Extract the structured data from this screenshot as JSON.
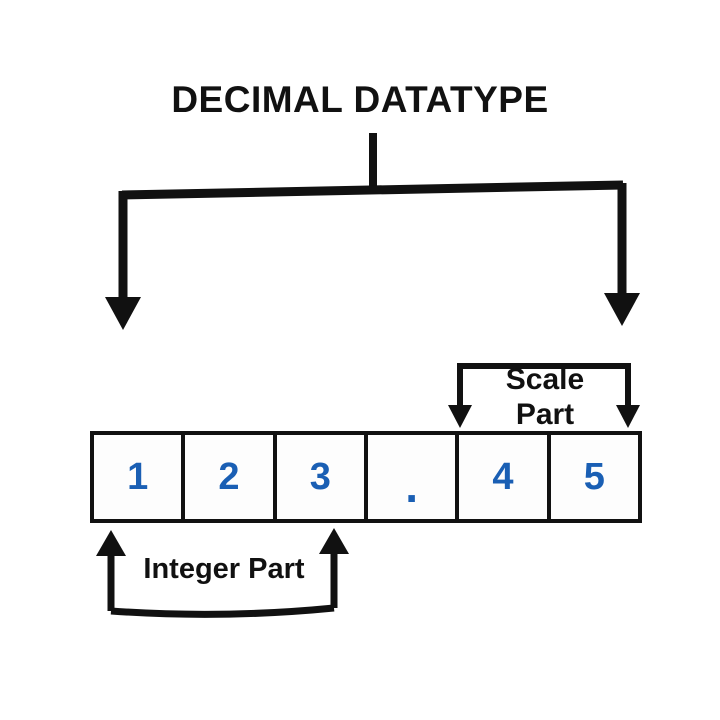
{
  "diagram": {
    "title": "DECIMAL DATATYPE",
    "background_color": "#ffffff",
    "line_color": "#111111",
    "digit_color": "#1a5fb4",
    "cells": [
      {
        "value": "1",
        "kind": "digit"
      },
      {
        "value": "2",
        "kind": "digit"
      },
      {
        "value": "3",
        "kind": "digit"
      },
      {
        "value": ".",
        "kind": "separator"
      },
      {
        "value": "4",
        "kind": "digit"
      },
      {
        "value": "5",
        "kind": "digit"
      }
    ],
    "labels": {
      "scale_line1": "Scale",
      "scale_line2": "Part",
      "integer": "Integer Part"
    },
    "connectors": {
      "top_bracket": "splits title into two branches pointing down",
      "scale_bracket": "down-arrow bracket over last two cells",
      "integer_bracket": "up-arrow bracket under first three cells"
    }
  }
}
